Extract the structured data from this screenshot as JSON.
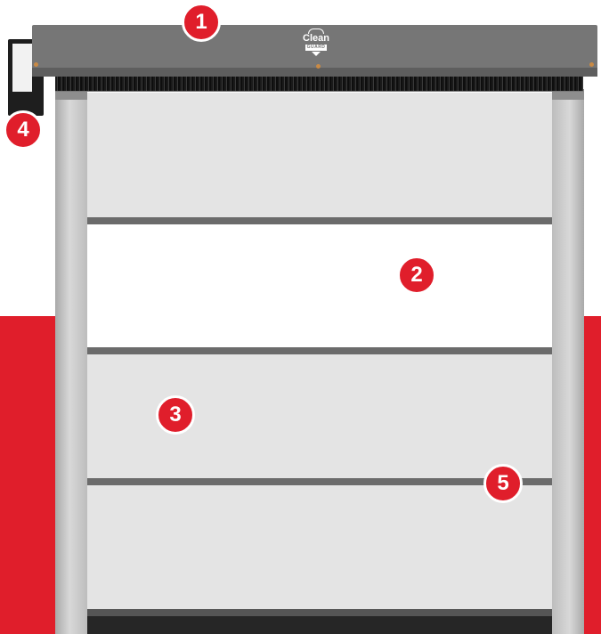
{
  "logo": {
    "brand": "Clean",
    "sub": "GUARD"
  },
  "markers": [
    "1",
    "2",
    "3",
    "4",
    "5"
  ],
  "colors": {
    "accent_red": "#e01e2b",
    "housing": "#767676",
    "curtain": "#e4e4e4",
    "bar": "#6b6b6b"
  }
}
